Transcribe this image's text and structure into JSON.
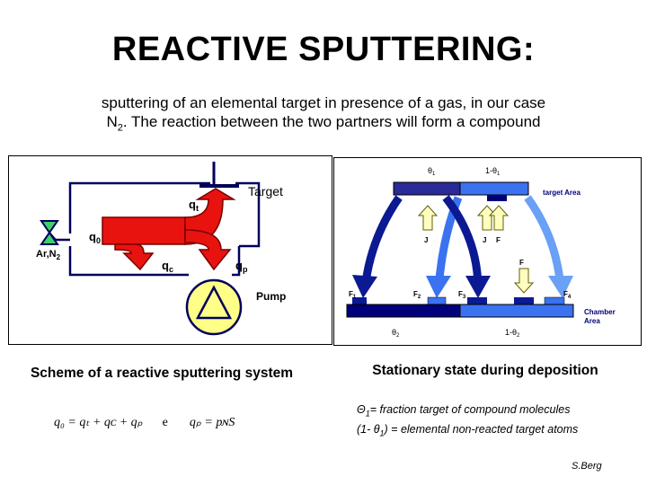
{
  "title": "REACTIVE SPUTTERING:",
  "subtitle": {
    "line1": "sputtering of an elemental target in presence of a gas, in our case",
    "line2_before": "N",
    "line2_sub": "2",
    "line2_after": ". The reaction between the two partners will form a compound"
  },
  "left_diagram": {
    "target_label": "Target",
    "qt": {
      "main": "q",
      "sub": "t"
    },
    "q0": {
      "main": "q",
      "sub": "0"
    },
    "qc": {
      "main": "q",
      "sub": "c"
    },
    "qp": {
      "main": "q",
      "sub": "p"
    },
    "gas_label": {
      "main": "Ar,N",
      "sub": "2"
    },
    "pump_label": "Pump",
    "caption": "Scheme of a reactive sputtering system"
  },
  "formula": {
    "lhs": "q₀ = qₜ + qᴄ + qₚ",
    "connector": "e",
    "rhs": "qₚ = pɴS"
  },
  "right_diagram": {
    "theta1": {
      "main": "θ",
      "sub": "1"
    },
    "one_minus_theta1": {
      "main": "1-θ",
      "sub": "1"
    },
    "theta2": {
      "main": "θ",
      "sub": "2"
    },
    "one_minus_theta2": {
      "main": "1-θ",
      "sub": "2"
    },
    "target_area": "target Area",
    "chamber_area": [
      "Chamber",
      "Area"
    ],
    "j_left": "J",
    "j_right": "J",
    "f_top": "F",
    "f_mid": "F",
    "f1": {
      "main": "F",
      "sub": "1"
    },
    "f2": {
      "main": "F",
      "sub": "2"
    },
    "f3": {
      "main": "F",
      "sub": "3"
    },
    "f4": {
      "main": "F",
      "sub": "4"
    },
    "caption": "Stationary state during deposition",
    "def1": {
      "main": "Θ",
      "sub": "1",
      "rest": "= fraction target of compound molecules"
    },
    "def2": {
      "pre": "(1- θ",
      "sub": "1",
      "rest": ") = elemental non-reacted target atoms"
    }
  },
  "credit": "S.Berg",
  "colors": {
    "red": "#e8130f",
    "navy": "#00007a",
    "blue": "#3a72f0",
    "lightblue": "#6aa0f5",
    "arrow_yellow": "#fffec0"
  }
}
